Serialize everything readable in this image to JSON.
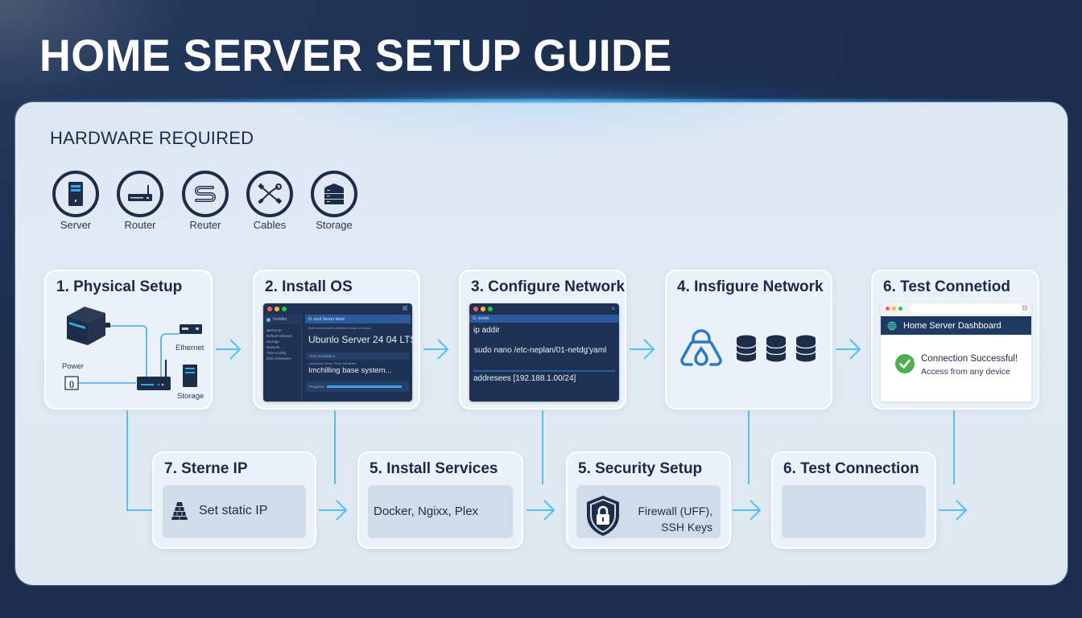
{
  "header": {
    "title": "HOME SERVER SETUP GUIDE"
  },
  "hardware": {
    "title": "HARDWARE REQUIRED",
    "items": [
      {
        "label": "Server",
        "icon": "server-tower-icon"
      },
      {
        "label": "Router",
        "icon": "router-icon"
      },
      {
        "label": "Reuter",
        "icon": "coiled-cable-icon"
      },
      {
        "label": "Cables",
        "icon": "ethernet-cables-icon"
      },
      {
        "label": "Storage",
        "icon": "storage-stack-icon"
      }
    ]
  },
  "steps_top": [
    {
      "title": "1. Physical Setup",
      "labels": {
        "power": "Power",
        "ethernet": "Elhernet",
        "storage": "Storage"
      }
    },
    {
      "title": "2. Install OS",
      "window": {
        "sidebar_header": "Installer",
        "toolbar_text": "O. zoot Server beter",
        "subtitle": "Boot environment detection ready: ok found",
        "heading": "Ubunlo Server 24 04 LTS",
        "section": "Start Installation",
        "status_small": "Unpacked Cuisor Reon Extracted",
        "status": "Imchilling base system...",
        "progress_label": "Progress",
        "progress": 0.95,
        "sidebar_items": [
          "Welcome",
          "Default Network",
          "Storage",
          "Network",
          "Time Config",
          "Disk Assertions"
        ]
      }
    },
    {
      "title": "3. Configure Network",
      "terminal": {
        "tab": "O. zorato",
        "lines": [
          "ip addir",
          "sudo nano /etc-neplan/01-netdg'yaml",
          "addresees [192.188.1.00/24]"
        ]
      }
    },
    {
      "title": "4. Insfigure Network"
    },
    {
      "title": "6. Test Connetiod",
      "browser": {
        "header": "Home Server Dashboard",
        "message": "Connection Successful!",
        "submessage": "Access from any device"
      }
    }
  ],
  "steps_bottom": [
    {
      "title": "7. Sterne IP",
      "body": "Set static IP"
    },
    {
      "title": "5. Install Services",
      "body": "Docker, Ngixx, Plex"
    },
    {
      "title": "5. Security Setup",
      "body_line1": "Firewall (UFF),",
      "body_line2": "SSH Keys"
    },
    {
      "title": "6. Test Connection",
      "body": ""
    }
  ],
  "colors": {
    "background": "#1c2f4f",
    "panel": "#e0e8f2",
    "accent": "#4fc3f0",
    "dark": "#1d2c47",
    "success": "#4caf50"
  }
}
